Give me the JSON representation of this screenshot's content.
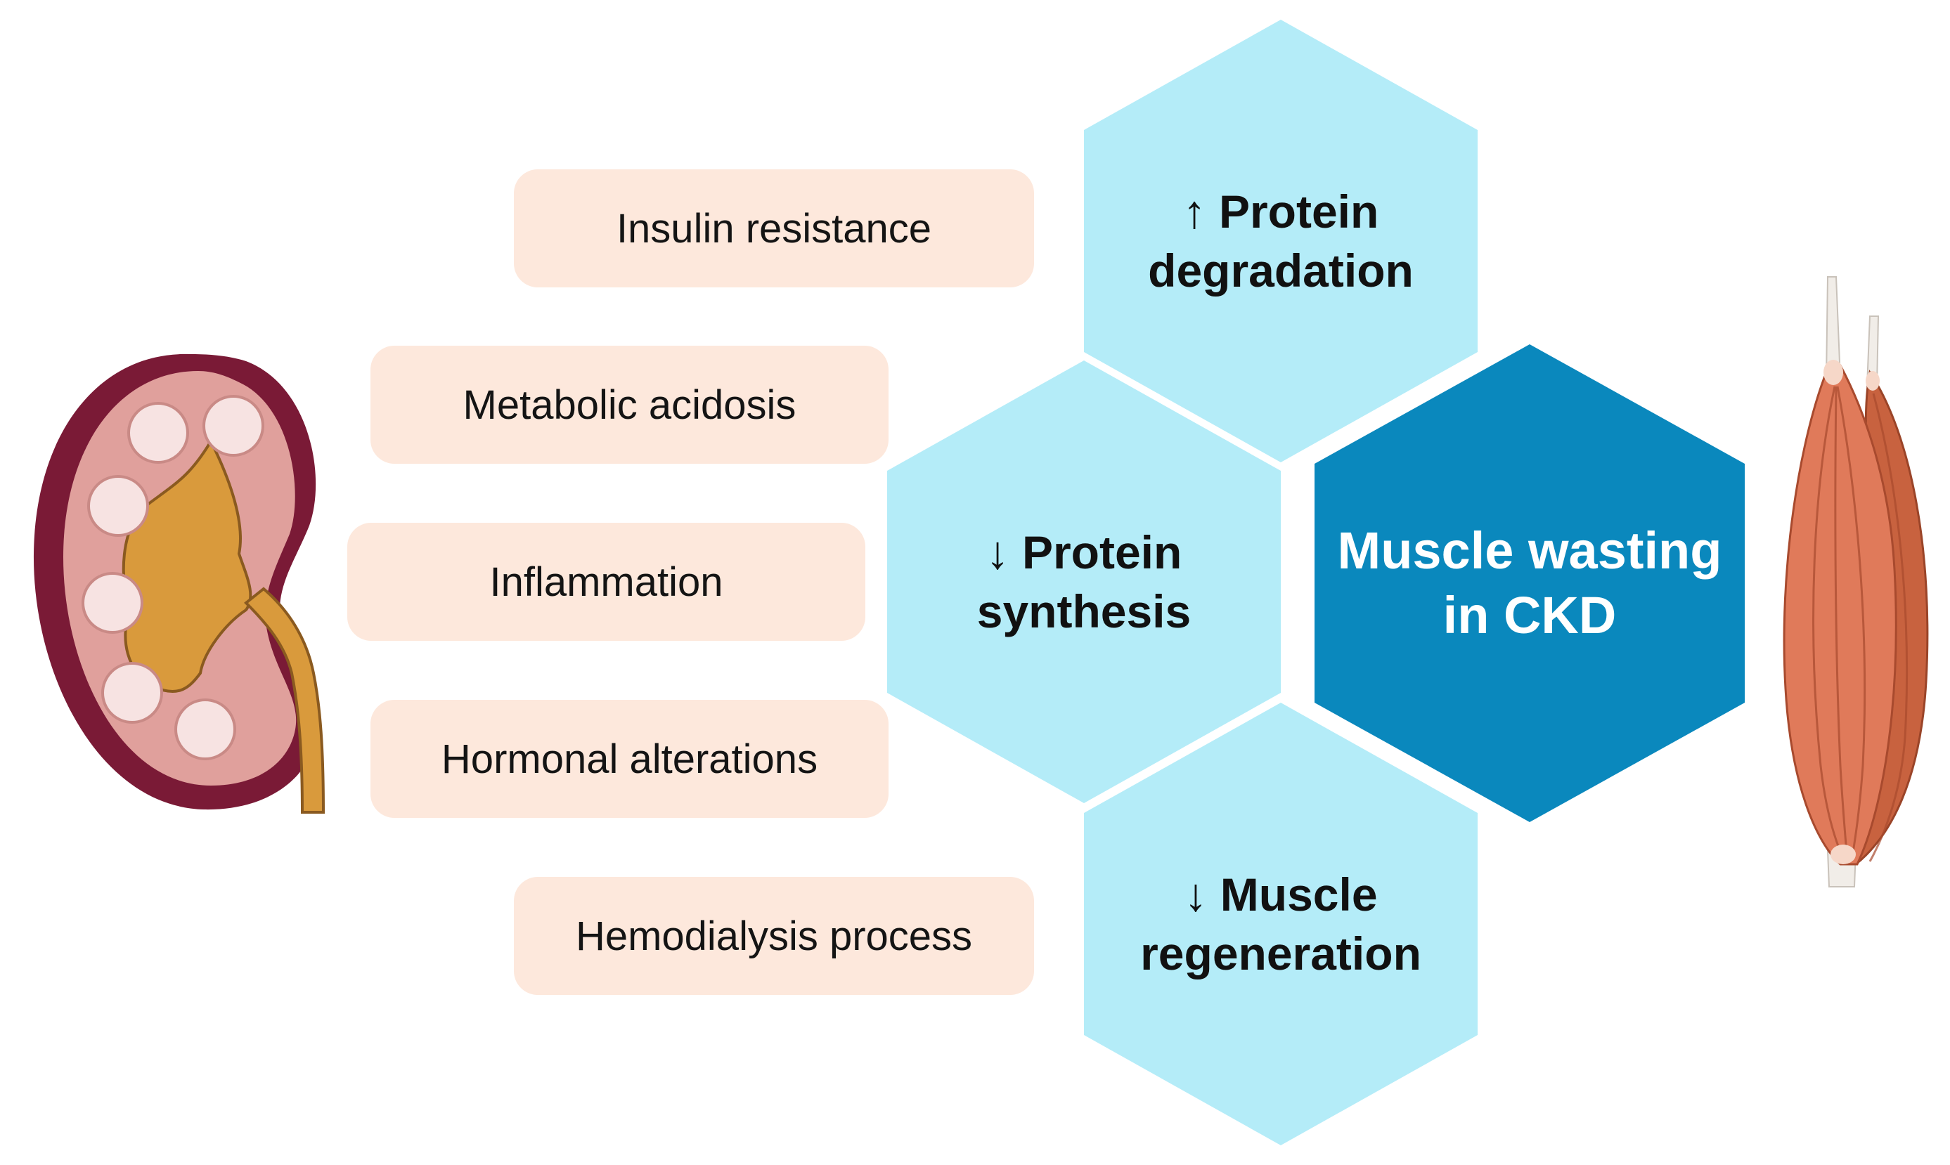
{
  "factors": [
    "Insulin resistance",
    "Metabolic acidosis",
    "Inflammation",
    "Hormonal alterations",
    "Hemodialysis process"
  ],
  "mechanisms": {
    "degradation": {
      "line1": "↑ Protein",
      "line2": "degradation"
    },
    "synthesis": {
      "line1": "↓ Protein",
      "line2": "synthesis"
    },
    "regeneration": {
      "line1": "↓ Muscle",
      "line2": "regeneration"
    }
  },
  "outcome": {
    "line1": "Muscle wasting",
    "line2": "in CKD"
  },
  "colors": {
    "factor_fill": "#fde8dc",
    "mechanism_fill": "#b4ecf8",
    "outcome_fill": "#0a88bd",
    "kidney_cortex": "#e0a09c",
    "kidney_capsule": "#7a1a36",
    "kidney_pelvis": "#d99a3c",
    "muscle": "#e07a5a"
  },
  "icons": [
    "kidney-illustration",
    "muscle-illustration"
  ]
}
